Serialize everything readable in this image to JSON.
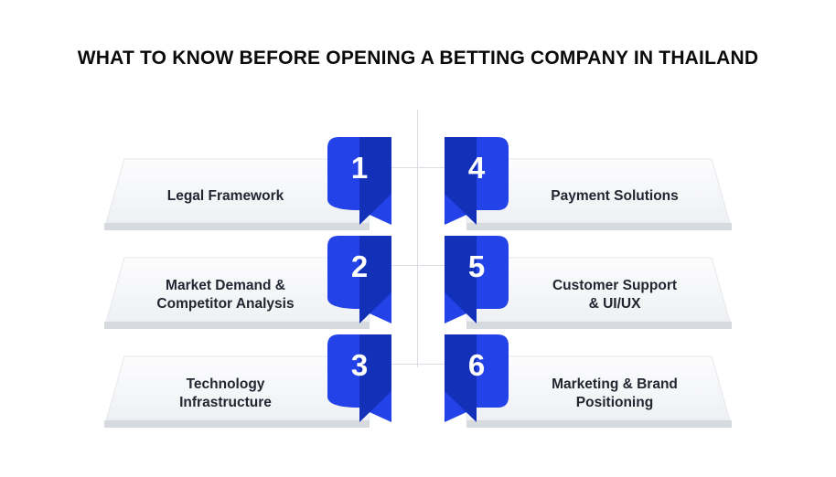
{
  "title": "WHAT TO KNOW BEFORE OPENING A BETTING COMPANY IN THAILAND",
  "colors": {
    "badge_main": "#2343e8",
    "badge_dark": "#1230b8",
    "card_light": "#f6f7f9",
    "card_shadow": "#d5d8de",
    "line": "#d9dde4"
  },
  "items": [
    {
      "number": "1",
      "label": "Legal Framework"
    },
    {
      "number": "2",
      "label": "Market Demand &\nCompetitor Analysis"
    },
    {
      "number": "3",
      "label": "Technology\nInfrastructure"
    },
    {
      "number": "4",
      "label": "Payment Solutions"
    },
    {
      "number": "5",
      "label": "Customer Support\n& UI/UX"
    },
    {
      "number": "6",
      "label": "Marketing & Brand\nPositioning"
    }
  ]
}
